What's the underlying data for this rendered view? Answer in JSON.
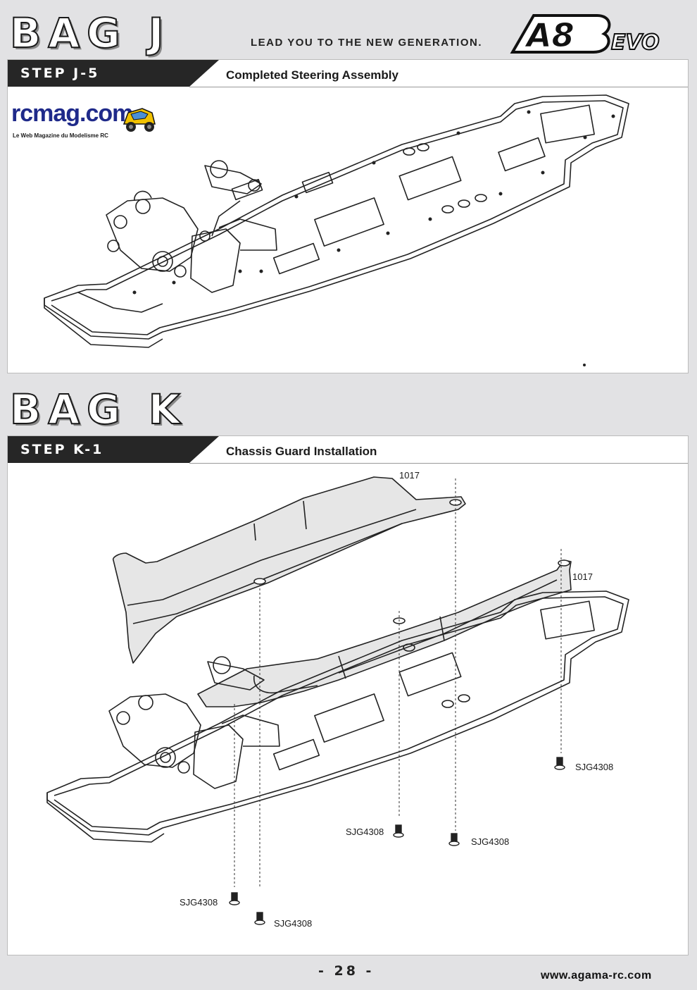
{
  "header": {
    "bag_j": "BAG J",
    "tagline": "LEAD YOU TO THE NEW GENERATION.",
    "logo_text": "A8",
    "logo_suffix": "EVO"
  },
  "watermark": {
    "text": "rcmag.com",
    "subtitle": "Le Web Magazine du Modelisme RC"
  },
  "step_j5": {
    "label": "STEP J-5",
    "title": "Completed Steering Assembly"
  },
  "bag_k": {
    "title": "BAG K"
  },
  "step_k1": {
    "label": "STEP K-1",
    "title": "Chassis Guard Installation",
    "parts": {
      "guard_left": "1017",
      "guard_right": "1017",
      "screw_rear": "SJG4308",
      "screw_mid_left": "SJG4308",
      "screw_mid_right": "SJG4308",
      "screw_front_upper": "SJG4308",
      "screw_front_lower": "SJG4308"
    }
  },
  "footer": {
    "page_number": "- 28 -",
    "website": "www.agama-rc.com"
  }
}
